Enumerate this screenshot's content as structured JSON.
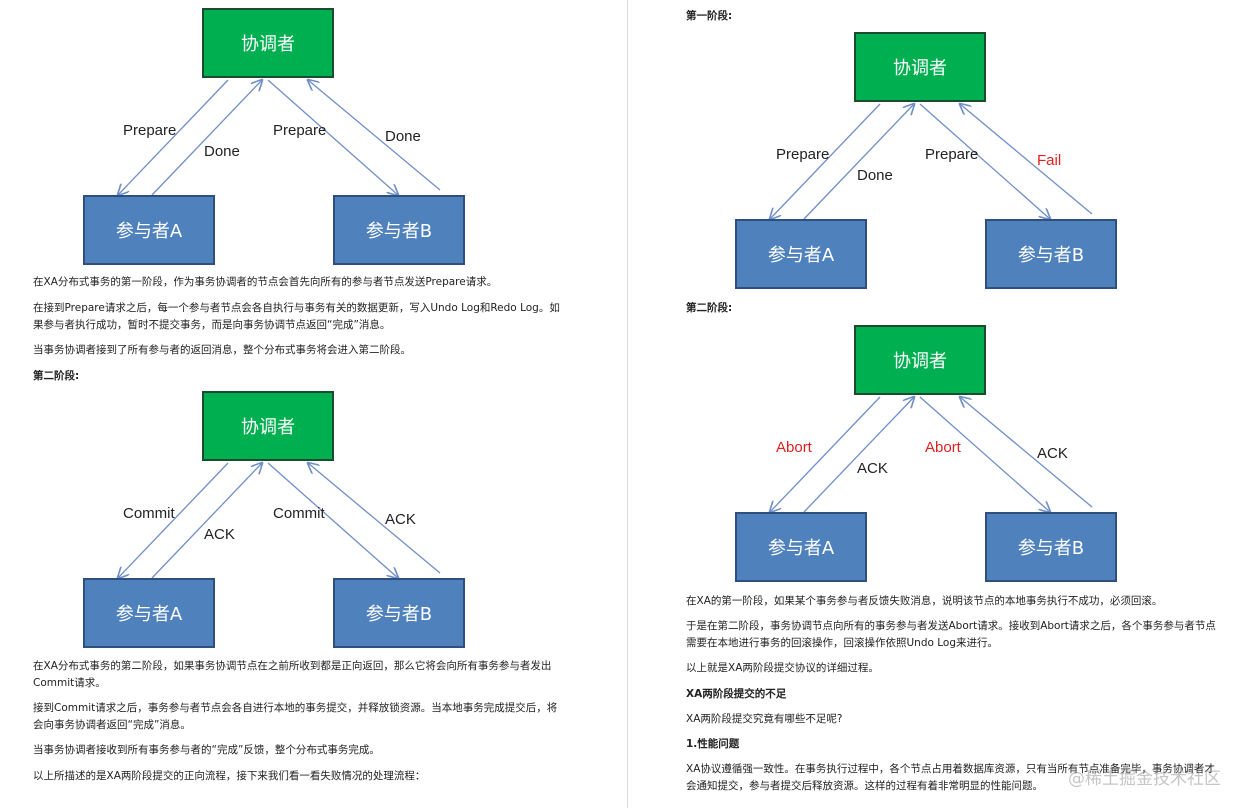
{
  "diagrams": [
    {
      "coordinator": "协调者",
      "participant_a": "参与者A",
      "participant_b": "参与者B",
      "labels": [
        "Prepare",
        "Done",
        "Prepare",
        "Done"
      ]
    },
    {
      "coordinator": "协调者",
      "participant_a": "参与者A",
      "participant_b": "参与者B",
      "labels": [
        "Commit",
        "ACK",
        "Commit",
        "ACK"
      ]
    },
    {
      "coordinator": "协调者",
      "participant_a": "参与者A",
      "participant_b": "参与者B",
      "labels": [
        "Prepare",
        "Done",
        "Prepare",
        "Fail"
      ]
    },
    {
      "coordinator": "协调者",
      "participant_a": "参与者A",
      "participant_b": "参与者B",
      "labels": [
        "Abort",
        "ACK",
        "Abort",
        "ACK"
      ]
    }
  ],
  "colors": {
    "coordinator_fill": "#00b050",
    "participant_fill": "#4f81bd",
    "arrow": "#6f8fc8",
    "fail_label": "#e02020"
  },
  "left": {
    "p1": "在XA分布式事务的第一阶段，作为事务协调者的节点会首先向所有的参与者节点发送Prepare请求。",
    "p2_l1": "在接到Prepare请求之后，每一个参与者节点会各自执行与事务有关的数据更新，写入Undo Log和Redo Log。如",
    "p2_l2": "果参与者执行成功，暂时不提交事务，而是向事务协调节点返回“完成”消息。",
    "p3": "当事务协调者接到了所有参与者的返回消息，整个分布式事务将会进入第二阶段。",
    "h_phase2": "第二阶段:",
    "p4_l1": "在XA分布式事务的第二阶段，如果事务协调节点在之前所收到都是正向返回，那么它将会向所有事务参与者发出",
    "p4_l2": "Commit请求。",
    "p5_l1": "接到Commit请求之后，事务参与者节点会各自进行本地的事务提交，并释放锁资源。当本地事务完成提交后，将",
    "p5_l2": "会向事务协调者返回“完成”消息。",
    "p6": "当事务协调者接收到所有事务参与者的“完成”反馈，整个分布式事务完成。",
    "p7": "以上所描述的是XA两阶段提交的正向流程，接下来我们看一看失败情况的处理流程："
  },
  "right": {
    "h_phase1": "第一阶段:",
    "h_phase2": "第二阶段:",
    "p1": "在XA的第一阶段，如果某个事务参与者反馈失败消息，说明该节点的本地事务执行不成功，必须回滚。",
    "p2_l1": "于是在第二阶段，事务协调节点向所有的事务参与者发送Abort请求。接收到Abort请求之后，各个事务参与者节点",
    "p2_l2": "需要在本地进行事务的回滚操作，回滚操作依照Undo Log来进行。",
    "p3": "以上就是XA两阶段提交协议的详细过程。",
    "h_shortcoming": "XA两阶段提交的不足",
    "p4": "XA两阶段提交究竟有哪些不足呢?",
    "h_perf": "1.性能问题",
    "p5_l1": "XA协议遵循强一致性。在事务执行过程中，各个节点占用着数据库资源，只有当所有节点准备完毕，事务协调者才",
    "p5_l2": "会通知提交，参与者提交后释放资源。这样的过程有着非常明显的性能问题。"
  },
  "watermark": "@稀土掘金技术社区"
}
